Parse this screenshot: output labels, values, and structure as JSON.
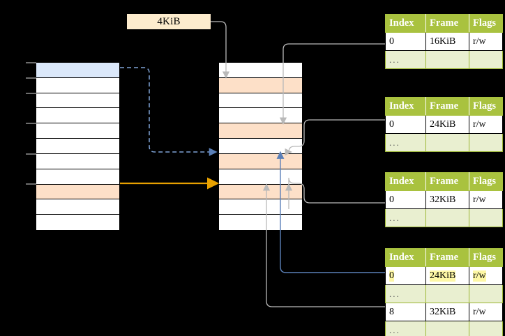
{
  "title": "Multi-level page table address translation",
  "label": {
    "page_size": "4KiB"
  },
  "colors": {
    "header_green": "#a9c23f",
    "dots_row": "#e9efd0",
    "peach": "#fde0c8",
    "blue_row": "#dbe8fa",
    "highlight_yellow": "#fdf7a5",
    "orange_arrow": "#e8a100",
    "blue_arrow": "#5b80b8",
    "gray_arrow": "#b9b9b9"
  },
  "left_table": {
    "name": "virtual-address-space",
    "row_count": 11,
    "rows": [
      {
        "index": 0,
        "fill": "blue",
        "text": ""
      },
      {
        "index": 1,
        "fill": "white",
        "text": ""
      },
      {
        "index": 2,
        "fill": "white",
        "text": ""
      },
      {
        "index": 3,
        "fill": "white",
        "text": ""
      },
      {
        "index": 4,
        "fill": "white",
        "text": ""
      },
      {
        "index": 5,
        "fill": "white",
        "text": ""
      },
      {
        "index": 6,
        "fill": "white",
        "text": ""
      },
      {
        "index": 7,
        "fill": "white",
        "text": ""
      },
      {
        "index": 8,
        "fill": "peach",
        "text": ""
      },
      {
        "index": 9,
        "fill": "white",
        "text": ""
      },
      {
        "index": 10,
        "fill": "white",
        "text": ""
      }
    ]
  },
  "middle_table": {
    "name": "physical-memory",
    "row_count": 11,
    "rows": [
      {
        "index": 0,
        "fill": "white",
        "text": ""
      },
      {
        "index": 1,
        "fill": "peach",
        "text": ""
      },
      {
        "index": 2,
        "fill": "white",
        "text": ""
      },
      {
        "index": 3,
        "fill": "white",
        "text": ""
      },
      {
        "index": 4,
        "fill": "peach",
        "text": ""
      },
      {
        "index": 5,
        "fill": "white",
        "text": ""
      },
      {
        "index": 6,
        "fill": "peach",
        "text": ""
      },
      {
        "index": 7,
        "fill": "white",
        "text": ""
      },
      {
        "index": 8,
        "fill": "peach",
        "text": ""
      },
      {
        "index": 9,
        "fill": "white",
        "text": ""
      },
      {
        "index": 10,
        "fill": "white",
        "text": ""
      }
    ]
  },
  "page_tables": [
    {
      "name": "page-table-level-1",
      "headers": [
        "Index",
        "Frame",
        "Flags"
      ],
      "rows": [
        {
          "type": "data",
          "cells": [
            "0",
            "16KiB",
            "r/w"
          ],
          "highlight": [
            false,
            false,
            false
          ]
        },
        {
          "type": "dots",
          "cells": [
            "...",
            "",
            ""
          ],
          "highlight": [
            false,
            false,
            false
          ]
        }
      ]
    },
    {
      "name": "page-table-level-2",
      "headers": [
        "Index",
        "Frame",
        "Flags"
      ],
      "rows": [
        {
          "type": "data",
          "cells": [
            "0",
            "24KiB",
            "r/w"
          ],
          "highlight": [
            false,
            false,
            false
          ]
        },
        {
          "type": "dots",
          "cells": [
            "...",
            "",
            ""
          ],
          "highlight": [
            false,
            false,
            false
          ]
        }
      ]
    },
    {
      "name": "page-table-level-3",
      "headers": [
        "Index",
        "Frame",
        "Flags"
      ],
      "rows": [
        {
          "type": "data",
          "cells": [
            "0",
            "32KiB",
            "r/w"
          ],
          "highlight": [
            false,
            false,
            false
          ]
        },
        {
          "type": "dots",
          "cells": [
            "...",
            "",
            ""
          ],
          "highlight": [
            false,
            false,
            false
          ]
        }
      ]
    },
    {
      "name": "page-table-level-4",
      "headers": [
        "Index",
        "Frame",
        "Flags"
      ],
      "rows": [
        {
          "type": "data",
          "cells": [
            "0",
            "24KiB",
            "r/w"
          ],
          "highlight": [
            true,
            true,
            true
          ]
        },
        {
          "type": "dots",
          "cells": [
            "...",
            "",
            ""
          ],
          "highlight": [
            false,
            false,
            false
          ]
        },
        {
          "type": "data",
          "cells": [
            "8",
            "32KiB",
            "r/w"
          ],
          "highlight": [
            false,
            false,
            false
          ]
        },
        {
          "type": "dots",
          "cells": [
            "...",
            "",
            ""
          ],
          "highlight": [
            false,
            false,
            false
          ]
        }
      ]
    }
  ]
}
